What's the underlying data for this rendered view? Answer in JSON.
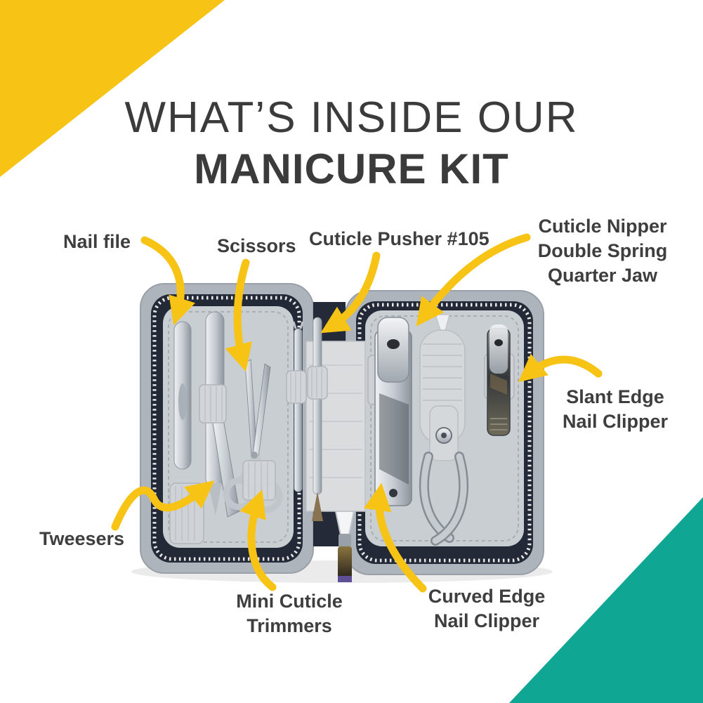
{
  "title": {
    "line1": "WHAT’S INSIDE OUR",
    "line2": "MANICURE KIT"
  },
  "labels": {
    "nail_file": "Nail file",
    "scissors": "Scissors",
    "cuticle_pusher": "Cuticle Pusher #105",
    "cuticle_nipper_l1": "Cuticle Nipper",
    "cuticle_nipper_l2": "Double Spring",
    "cuticle_nipper_l3": "Quarter Jaw",
    "slant_edge_l1": "Slant Edge",
    "slant_edge_l2": "Nail Clipper",
    "tweesers": "Tweesers",
    "mini_cuticle_l1": "Mini Cuticle",
    "mini_cuticle_l2": "Trimmers",
    "curved_edge_l1": "Curved Edge",
    "curved_edge_l2": "Nail Clipper"
  },
  "colors": {
    "accent_yellow": "#F7C315",
    "accent_teal": "#10A694",
    "title_text": "#3B3B3B",
    "label_text": "#3E3E3E"
  }
}
